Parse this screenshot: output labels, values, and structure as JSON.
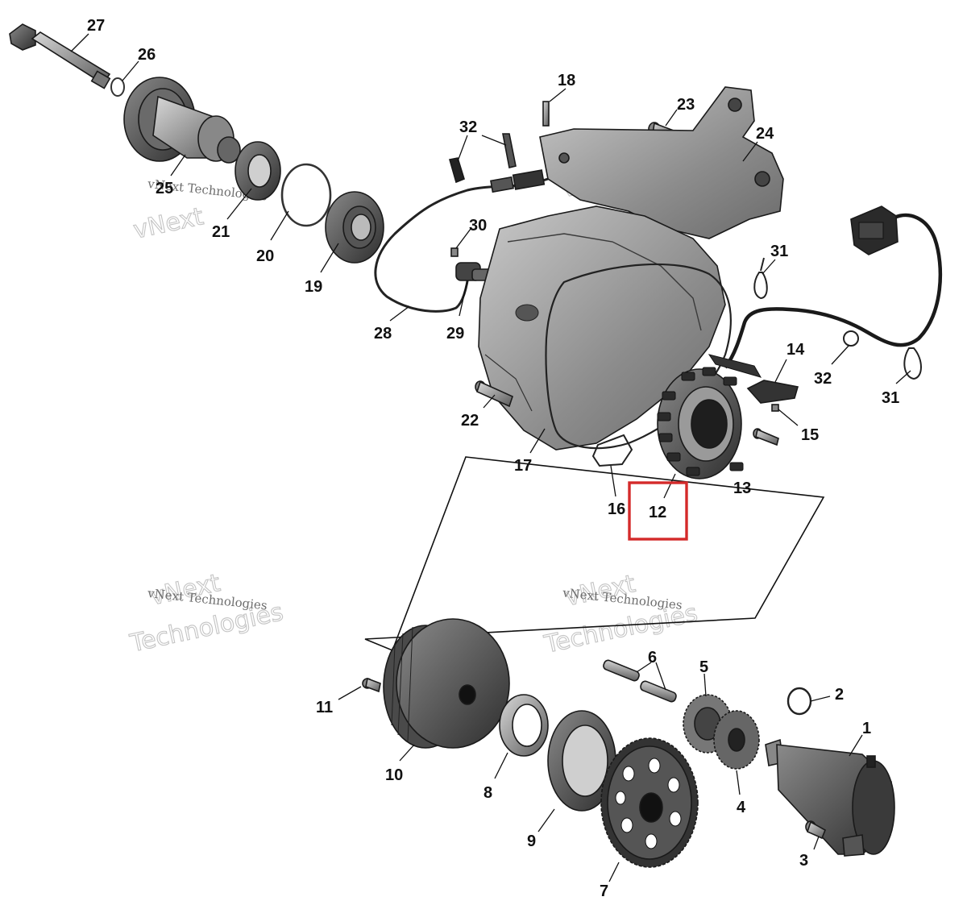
{
  "diagram": {
    "highlight_color": "#d42a2a",
    "highlighted_callout": "12",
    "callouts": [
      "27",
      "26",
      "25",
      "21",
      "20",
      "19",
      "18",
      "23",
      "24",
      "32",
      "30",
      "29",
      "28",
      "31",
      "14",
      "15",
      "22",
      "17",
      "16",
      "12",
      "13",
      "11",
      "10",
      "8",
      "9",
      "7",
      "6",
      "5",
      "4",
      "2",
      "1",
      "3"
    ]
  },
  "watermarks": {
    "line1": "vNext Technologies",
    "line2_a": "vNext",
    "line2_b": "Technologies"
  }
}
